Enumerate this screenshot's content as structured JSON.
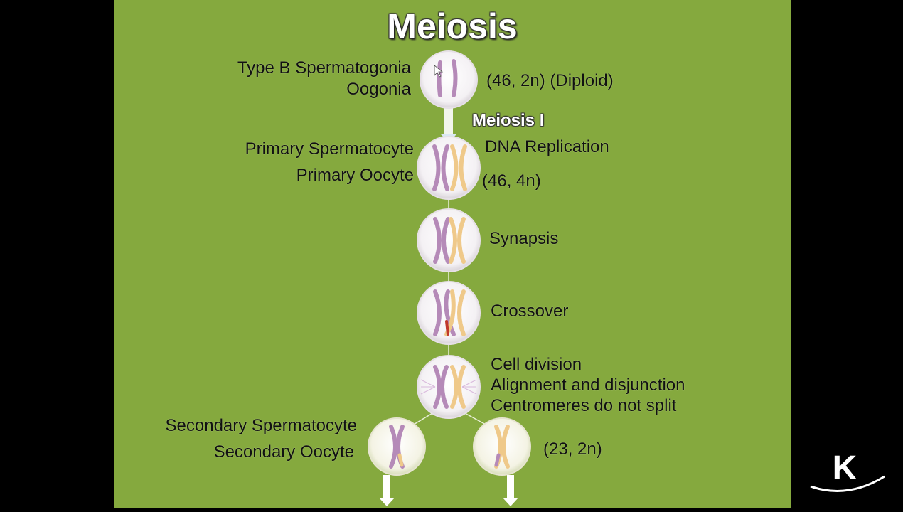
{
  "title": "Meiosis",
  "stages": [
    {
      "left_lines": [
        "Type B Spermatogonia",
        "Oogonia"
      ],
      "right_lines": [
        "(46, 2n) (Diploid)"
      ]
    },
    {
      "left_lines": [
        "Primary Spermatocyte",
        "Primary Oocyte"
      ],
      "right_lines": [
        "DNA Replication",
        "(46, 4n)"
      ]
    },
    {
      "right_lines": [
        "Synapsis"
      ]
    },
    {
      "right_lines": [
        "Crossover"
      ]
    },
    {
      "right_lines": [
        "Cell division",
        "Alignment and disjunction",
        "Centromeres do not split"
      ]
    },
    {
      "left_lines": [
        "Secondary Spermatocyte",
        "Secondary Oocyte"
      ],
      "right_lines": [
        "(23, 2n)"
      ]
    }
  ],
  "phase_label": "Meiosis I",
  "colors": {
    "background": "#85a93e",
    "chromosome_purple": "#b58ab8",
    "chromosome_orange": "#efc98a",
    "cell_fill": "#ffffff",
    "arrow": "#ffffff"
  },
  "logo": {
    "letter": "K",
    "icon": "k-logo-icon"
  }
}
